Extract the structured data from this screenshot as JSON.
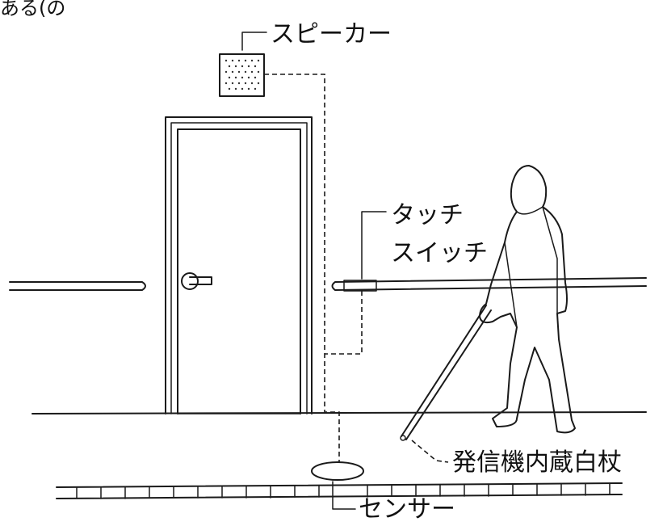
{
  "corner_text": "ある(の",
  "labels": {
    "speaker": "スピーカー",
    "touch_switch_line1": "タッチ",
    "touch_switch_line2": "スイッチ",
    "white_cane": "発信機内蔵白杖",
    "sensor": "センサー"
  }
}
